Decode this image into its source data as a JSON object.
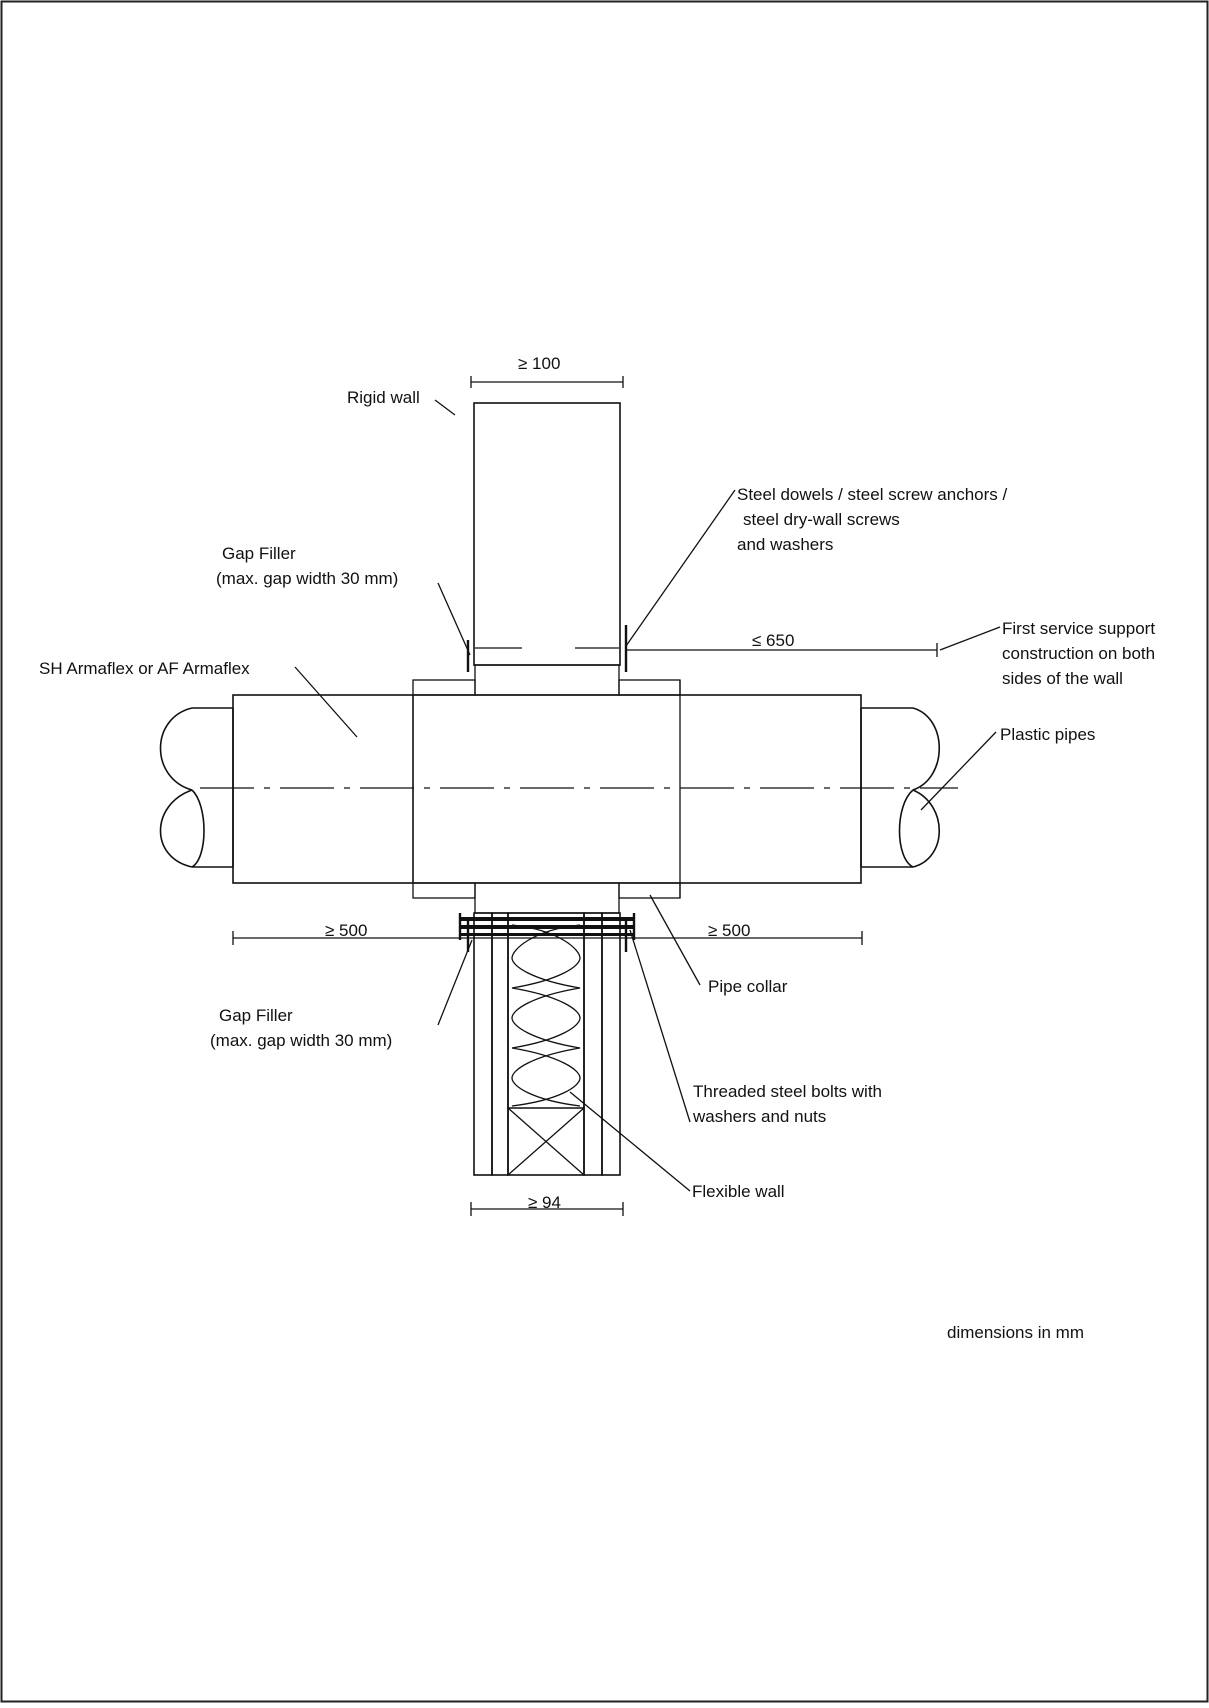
{
  "labels": {
    "rigid_wall": "Rigid wall",
    "gap_filler_top": [
      "Gap Filler",
      "(max. gap width 30 mm)"
    ],
    "gap_filler_bottom": [
      "Gap Filler",
      "(max. gap width 30 mm)"
    ],
    "armaflex": "SH Armaflex or AF Armaflex",
    "steel_dowels": [
      "Steel dowels / steel screw anchors /",
      "steel dry-wall screws",
      "and washers"
    ],
    "first_support": [
      "First service support",
      "construction on both",
      "sides of the wall"
    ],
    "plastic_pipes": "Plastic pipes",
    "pipe_collar": "Pipe collar",
    "threaded_bolts": [
      "Threaded steel bolts with",
      "washers and nuts"
    ],
    "flexible_wall": "Flexible wall",
    "units_note": "dimensions in mm"
  },
  "dimensions": {
    "rigid_wall_thickness": "≥ 100",
    "support_distance": "≤ 650",
    "insulation_left": "≥ 500",
    "insulation_right": "≥ 500",
    "flexible_wall_thickness": "≥ 94"
  },
  "colors": {
    "line": "#111111",
    "frame": "#222222",
    "background": "#ffffff"
  }
}
